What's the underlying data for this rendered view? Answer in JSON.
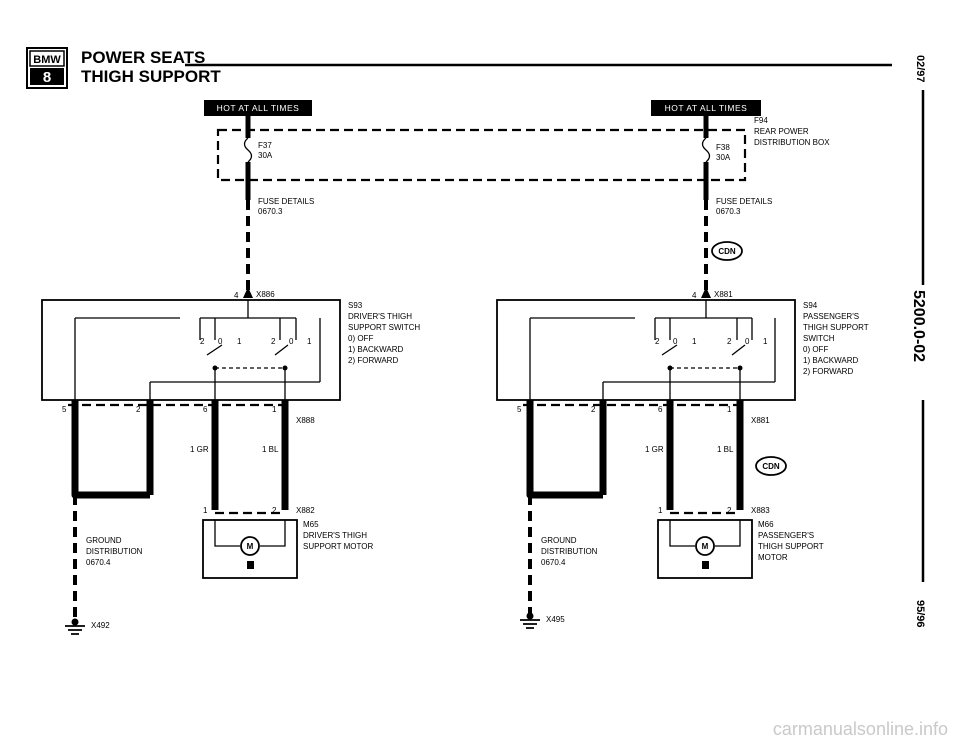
{
  "header": {
    "logo_text": "BMW",
    "logo_series": "8",
    "title": "POWER SEATS",
    "subtitle": "THIGH SUPPORT"
  },
  "side": {
    "date_top": "02/97",
    "page_number": "5200.0-02",
    "date_bottom": "95/96"
  },
  "left": {
    "hot_tag": "HOT AT ALL TIMES",
    "fuse_id": "F37",
    "fuse_rating": "30A",
    "fuse_details_label": "FUSE DETAILS",
    "fuse_details_ref": "0670.3",
    "connector_top": "X886",
    "connector_top_pin": "4",
    "switch_id": "S93",
    "switch_name_1": "DRIVER'S THIGH",
    "switch_name_2": "SUPPORT SWITCH",
    "switch_pos_0": "0)  OFF",
    "switch_pos_1": "1)  BACKWARD",
    "switch_pos_2": "2)  FORWARD",
    "pin_5": "5",
    "pin_2": "2",
    "pin_6": "6",
    "pin_1": "1",
    "connector_mid": "X888",
    "wire_left": "1 GR",
    "wire_right": "1 BL",
    "motor_pin_1": "1",
    "motor_pin_2": "2",
    "motor_connector": "X882",
    "motor_id": "M65",
    "motor_name_1": "DRIVER'S THIGH",
    "motor_name_2": "SUPPORT MOTOR",
    "ground_label_1": "GROUND",
    "ground_label_2": "DISTRIBUTION",
    "ground_ref": "0670.4",
    "ground_id": "X492",
    "sw_a_2": "2",
    "sw_a_0": "0",
    "sw_a_1": "1",
    "sw_b_2": "2",
    "sw_b_0": "0",
    "sw_b_1": "1"
  },
  "right": {
    "hot_tag": "HOT AT ALL TIMES",
    "fuse_id": "F38",
    "fuse_rating": "30A",
    "box_id": "F94",
    "box_name_1": "REAR POWER",
    "box_name_2": "DISTRIBUTION BOX",
    "fuse_details_label": "FUSE DETAILS",
    "fuse_details_ref": "0670.3",
    "cdn_badge": "CDN",
    "connector_top": "X881",
    "connector_top_pin": "4",
    "switch_id": "S94",
    "switch_name_1": "PASSENGER'S",
    "switch_name_2": "THIGH SUPPORT",
    "switch_name_3": "SWITCH",
    "switch_pos_0": "0)  OFF",
    "switch_pos_1": "1)  BACKWARD",
    "switch_pos_2": "2)  FORWARD",
    "pin_5": "5",
    "pin_2": "2",
    "pin_6": "6",
    "pin_1": "1",
    "connector_mid": "X881",
    "wire_left": "1 GR",
    "wire_right": "1 BL",
    "cdn_badge_2": "CDN",
    "motor_pin_1": "1",
    "motor_pin_2": "2",
    "motor_connector": "X883",
    "motor_id": "M66",
    "motor_name_1": "PASSENGER'S",
    "motor_name_2": "THIGH SUPPORT",
    "motor_name_3": "MOTOR",
    "ground_label_1": "GROUND",
    "ground_label_2": "DISTRIBUTION",
    "ground_ref": "0670.4",
    "ground_id": "X495",
    "sw_a_2": "2",
    "sw_a_0": "0",
    "sw_a_1": "1",
    "sw_b_2": "2",
    "sw_b_0": "0",
    "sw_b_1": "1"
  },
  "watermark": "carmanualsonline.info"
}
